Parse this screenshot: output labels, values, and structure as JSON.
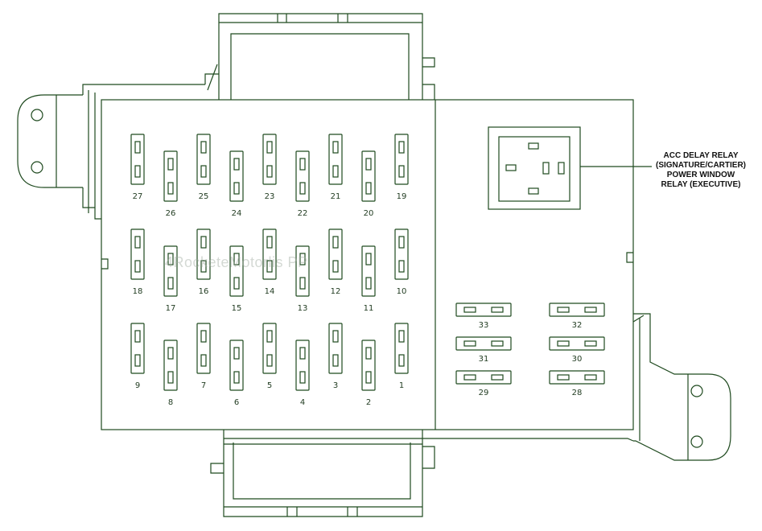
{
  "diagram": {
    "line_color": "#1f4a1f",
    "background": "#ffffff",
    "vertical_fuse_rows": [
      [
        "27",
        "26",
        "25",
        "24",
        "23",
        "22",
        "21",
        "20",
        "19"
      ],
      [
        "18",
        "17",
        "16",
        "15",
        "14",
        "13",
        "12",
        "11",
        "10"
      ],
      [
        "9",
        "8",
        "7",
        "6",
        "5",
        "4",
        "3",
        "2",
        "1"
      ]
    ],
    "horizontal_fuses": [
      [
        "33",
        "32"
      ],
      [
        "31",
        "30"
      ],
      [
        "29",
        "28"
      ]
    ],
    "relay_label_lines": [
      "ACC DELAY RELAY",
      "(SIGNATURE/CARTIER)",
      "POWER WINDOW",
      "RELAY (EXECUTIVE)"
    ],
    "watermark": "4RocketeMotorlis PP"
  }
}
